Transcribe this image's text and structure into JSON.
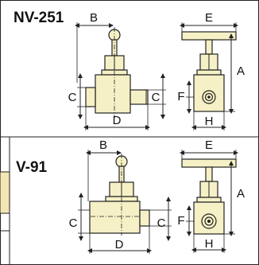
{
  "models": [
    {
      "name": "NV-251",
      "dimensions": {
        "top_width": "B",
        "height_left": "C",
        "height_right": "C",
        "bottom_width": "D",
        "handle_width": "E",
        "overall_height": "A",
        "port_height": "F",
        "body_width": "H"
      }
    },
    {
      "name": "V-91",
      "dimensions": {
        "top_width": "B",
        "height_left": "C",
        "height_right": "C",
        "bottom_width": "D",
        "handle_width": "E",
        "overall_height": "A",
        "port_height": "F",
        "body_width": "H"
      }
    }
  ],
  "colors": {
    "brass": "#f6f0c6",
    "outline": "#222222",
    "background": "#ffffff",
    "side_tab": "#f3e6b3"
  }
}
